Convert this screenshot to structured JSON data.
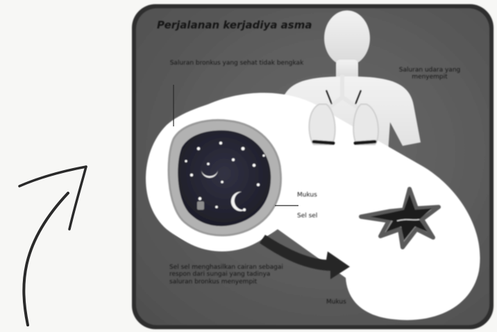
{
  "diagram": {
    "title": "Perjalanan kerjadiya asma",
    "annotations": {
      "healthy_airway": "Saluran bronkus yang sehat tidak bengkak",
      "narrowed_airway": "Saluran udara yang menyempit",
      "mucus_top": "Mukus",
      "cell_label": "Sel sel",
      "bottom_note": "Sel sel menghasilkan cairan sebagai respon dari sungai yang tadinya saluran bronkus menyempit",
      "mucus_bottom": "Mukus"
    }
  },
  "colors": {
    "panel": "#5d5d5d",
    "panel_frame": "#2e2e2e",
    "figure": "#e9e9e9",
    "bubble": "#ffffff",
    "cell_body": "#262633",
    "cell_rim": "#a9a9a9",
    "arrow": "#262626",
    "pen": "#2a2a2a"
  },
  "icons": [
    "human-silhouette",
    "lungs",
    "curved-arrow",
    "up-arrow-scribble"
  ]
}
